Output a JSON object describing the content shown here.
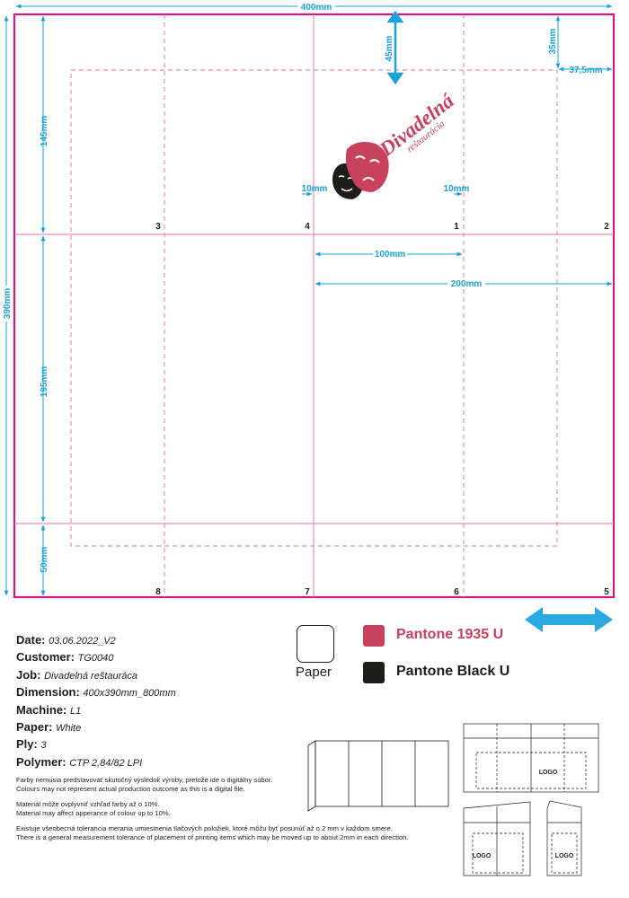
{
  "drawing": {
    "total_width": "400mm",
    "total_height": "390mm",
    "top_gap": "45mm",
    "top_gap_right": "35mm",
    "right_gap": "37,5mm",
    "upper_section": "145mm",
    "middle_section": "195mm",
    "lower_section": "50mm",
    "logo_gap_left": "10mm",
    "logo_gap_right": "10mm",
    "panel_width": "100mm",
    "half_width": "200mm",
    "panel_numbers_top": [
      "3",
      "4",
      "1",
      "2"
    ],
    "panel_numbers_bottom": [
      "8",
      "7",
      "6",
      "5"
    ]
  },
  "logo": {
    "name": "Divadelná",
    "subtitle": "reštaurácia",
    "color": "#c8415d"
  },
  "legend": {
    "paper_label": "Paper",
    "spot1_label": "Pantone 1935 U",
    "spot1_color": "#c8415d",
    "spot2_label": "Pantone Black U",
    "spot2_color": "#1d1d1b"
  },
  "job_info": [
    {
      "label": "Date:",
      "value": "03.06.2022_V2"
    },
    {
      "label": "Customer:",
      "value": "TG0040"
    },
    {
      "label": "Job:",
      "value": "Divadelná reštauráca"
    },
    {
      "label": "Dimension:",
      "value": "400x390mm_800mm"
    },
    {
      "label": "Machine:",
      "value": "L1"
    },
    {
      "label": "Paper:",
      "value": "White"
    },
    {
      "label": "Ply:",
      "value": "3"
    },
    {
      "label": "Polymer:",
      "value": "CTP 2,84/82 LPI"
    }
  ],
  "notes": [
    [
      "Farby nemusia predstavovať skutočný výsledok výroby, pretože ide o digitálny súbor.",
      "Colours may not represent actual production outcome as this is a digital file."
    ],
    [
      "Materiál môže ovplyvniť vzhľad farby až o 10%.",
      "Material may affect apperance of colour up to 10%."
    ],
    [
      "Existuje všeobecná tolerancia merania umiestnenia tlačových položiek, ktoré môžu byť posunúť až o 2 mm v každom smere.",
      "There is a general measurement tolerance of placement of printing items which may be moved up to about 2mm in each direction."
    ]
  ],
  "thumbnails": {
    "logo_label_1": "LOGO",
    "logo_label_2": "LOGO",
    "logo_label_3": "LOGO"
  },
  "colors": {
    "dimension": "#1aa3d9",
    "trim": "#d4197d",
    "guide": "#e070a8"
  }
}
